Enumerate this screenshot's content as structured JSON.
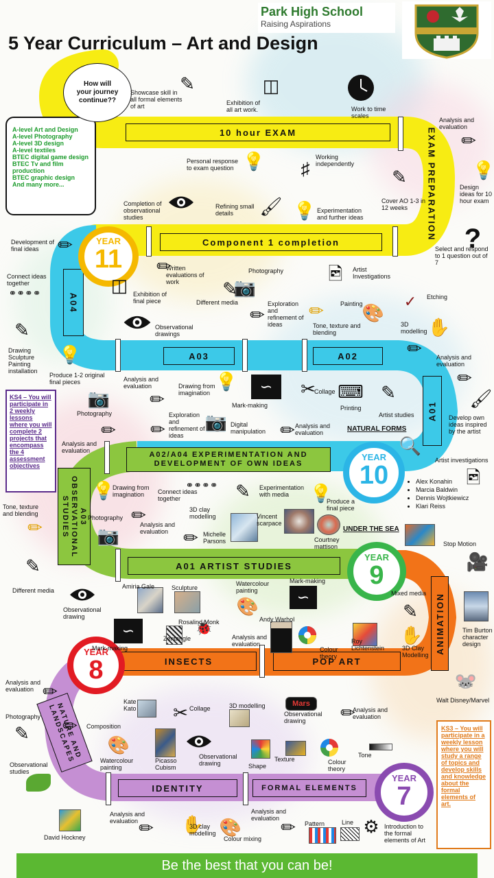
{
  "school": {
    "name": "Park High School",
    "tagline": "Raising Aspirations"
  },
  "title": "5 Year Curriculum – Art and Design",
  "journey": {
    "question": "How will your journey continue??",
    "options": [
      "A-level Art and Design",
      "A-level Photography",
      "A-level 3D design",
      "A-level textiles",
      "BTEC digital game design",
      "BTEC Tv and film production",
      "BTEC graphic design",
      "And many more..."
    ]
  },
  "years": [
    {
      "label": "YEAR",
      "num": "11",
      "color": "#f5b800"
    },
    {
      "label": "YEAR",
      "num": "10",
      "color": "#2bb5e6"
    },
    {
      "label": "YEAR",
      "num": "9",
      "color": "#39b54a"
    },
    {
      "label": "YEAR",
      "num": "8",
      "color": "#e21b23"
    },
    {
      "label": "YEAR",
      "num": "7",
      "color": "#8a4bb0"
    }
  ],
  "bars": {
    "exam": "10 hour EXAM",
    "exam_prep": "EXAM PREPARATION",
    "component1": "Component 1 completion",
    "a04": "A04",
    "a03": "A03",
    "a02": "A02",
    "a01": "A01",
    "a02a04": "A02/A04 EXPERIMENTATION AND DEVELOPMENT OF OWN IDEAS",
    "a03obs": "A03 OBSERVATIONAL STUDIES",
    "a01artist": "A01 ARTIST STUDIES",
    "animation": "ANIMATION",
    "insects": "INSECTS",
    "popart": "POP ART",
    "nature": "NATURE AND LANDSCAPES",
    "identity": "IDENTITY",
    "formal": "FORMAL ELEMENTS"
  },
  "labels": {
    "showcase": "Showcase skill in all formal elements of art",
    "exhibition_all": "Exhibition of all art work.",
    "work_time": "Work to time scales",
    "analysis_y11": "Analysis and evaluation",
    "personal": "Personal response to exam question",
    "working_ind": "Working independently",
    "design_ideas": "Design ideas for 10 hour exam",
    "cover_ao": "Cover AO 1-3 in 12 weeks",
    "completion_obs": "Completion of observational studies",
    "refining": "Refining small details",
    "experimentation_further": "Experimentation and further ideas",
    "select_respond": "Select and respond to 1 question out of 7",
    "development_final": "Development of final ideas",
    "written_eval": "Written evaluations of work",
    "photography_y11": "Photography",
    "artist_investigations": "Artist Investigations",
    "connect_ideas": "Connect ideas together",
    "exhibition_final": "Exhibition of final piece",
    "different_media": "Different media",
    "exploration_refinement": "Exploration and refinement of ideas",
    "painting": "Painting",
    "etching": "Etching",
    "tone_texture": "Tone, texture and blending",
    "observational_drawings": "Observational drawings",
    "modelling3d": "3D modelling",
    "drawing_install": "Drawing Sculpture Painting installation",
    "produce_original": "Produce 1-2 original final pieces",
    "analysis_y10a": "Analysis and evaluation",
    "drawing_imag": "Drawing from imagination",
    "mark_making_y10": "Mark-making",
    "collage_y10": "Collage",
    "printing": "Printing",
    "artist_studies_y10": "Artist studies",
    "analysis_y10b": "Analysis and evaluation",
    "develop_own": "Develop own ideas inspired by the artist",
    "photography_y10": "Photography",
    "exploration_y10": "Exploration and refinement of ideas",
    "digital_manip": "Digital manipulation",
    "analysis_y10c": "Analysis and evaluation",
    "natural_forms": "NATURAL FORMS",
    "analysis_y10d": "Analysis and evaluation",
    "artist_inv2": "Artist investigations",
    "drawing_imag2": "Drawing from imagination",
    "connect_ideas2": "Connect ideas together",
    "experimentation_media": "Experimentation with media",
    "produce_final": "Produce a final piece",
    "tone_texture2": "Tone, texture and blending",
    "photography_y9": "Photography",
    "modelling_clay3d": "3D clay modelling",
    "analysis_y9": "Analysis and evaluation",
    "michelle": "Michelle Parsons",
    "vincent": "Vincent scarpace",
    "courtney": "Courtney mattison",
    "under_sea": "UNDER THE SEA",
    "stop_motion": "Stop Motion",
    "different_media_y9": "Different media",
    "amiria": "Amiria Gale",
    "sculpture": "Sculpture",
    "watercolour_y9": "Watercolour painting",
    "mark_making_y9": "Mark-making",
    "mixed_media": "Mixed media",
    "observational_y9": "Observational drawing",
    "tim_burton": "Tim Burton character design",
    "rosalind": "Rosalind Monk",
    "andy": "Andy Warhol",
    "mark_making_y8": "Mark-making",
    "zentangle": "Zentangle",
    "analysis_y8": "Analysis and evaluation",
    "colour_theory_y8": "Colour theory",
    "roy": "Roy Lichtenstein",
    "clay3d": "3D Clay Modelling",
    "walt": "Walt Disney/Marvel",
    "analysis_y8b": "Analysis and evaluation",
    "kate": "Kate Kato",
    "collage_y8": "Collage",
    "modelling3d_y8": "3D modelling",
    "observational_y8": "Observational drawing",
    "analysis_y8c": "Analysis and evaluation",
    "photography_y8": "Photography",
    "composition": "Composition",
    "observational_studies": "Observational studies",
    "watercolour_y7": "Watercolour painting",
    "picasso": "Picasso Cubism",
    "observational_y7": "Observational drawing",
    "shape": "Shape",
    "texture": "Texture",
    "colour_theory_y7": "Colour theory",
    "tone": "Tone",
    "analysis_y7a": "Analysis and evaluation",
    "clay3d_y7": "3D clay modelling",
    "colour_mixing": "Colour mixing",
    "analysis_y7b": "Analysis and evaluation",
    "pattern": "Pattern",
    "line": "Line",
    "intro_formal": "Introduction to the formal elements of Art",
    "david": "David Hockney"
  },
  "natural_forms_artists": [
    "Alex Konahin",
    "Marcia Baldwin",
    "Dennis Wojtkiewicz",
    "Klari Reiss"
  ],
  "ks4": "KS4 – You will participate in 2 weekly lessons where you will complete 2 projects that encompass the 4 assessment objectives",
  "ks3": "KS3 – You will participate in a weekly lesson where you will study a range of topics and develop skills and knowledge about the formal elements of art.",
  "footer": "Be the best that you can be!",
  "colors": {
    "yellow": "#f7ec13",
    "cyan": "#3cc9e8",
    "green": "#8cc63f",
    "orange": "#f27318",
    "purple": "#c58fd3"
  },
  "icons": [
    "sculpture-board-icon",
    "exhibition-icon",
    "clock-icon",
    "lightbulb-icon",
    "person-desk-icon",
    "eye-icon",
    "brush-icon",
    "question-icon",
    "pencil-icon",
    "camera-icon",
    "chain-icon",
    "palette-icon",
    "scissors-icon",
    "film-camera-icon"
  ]
}
